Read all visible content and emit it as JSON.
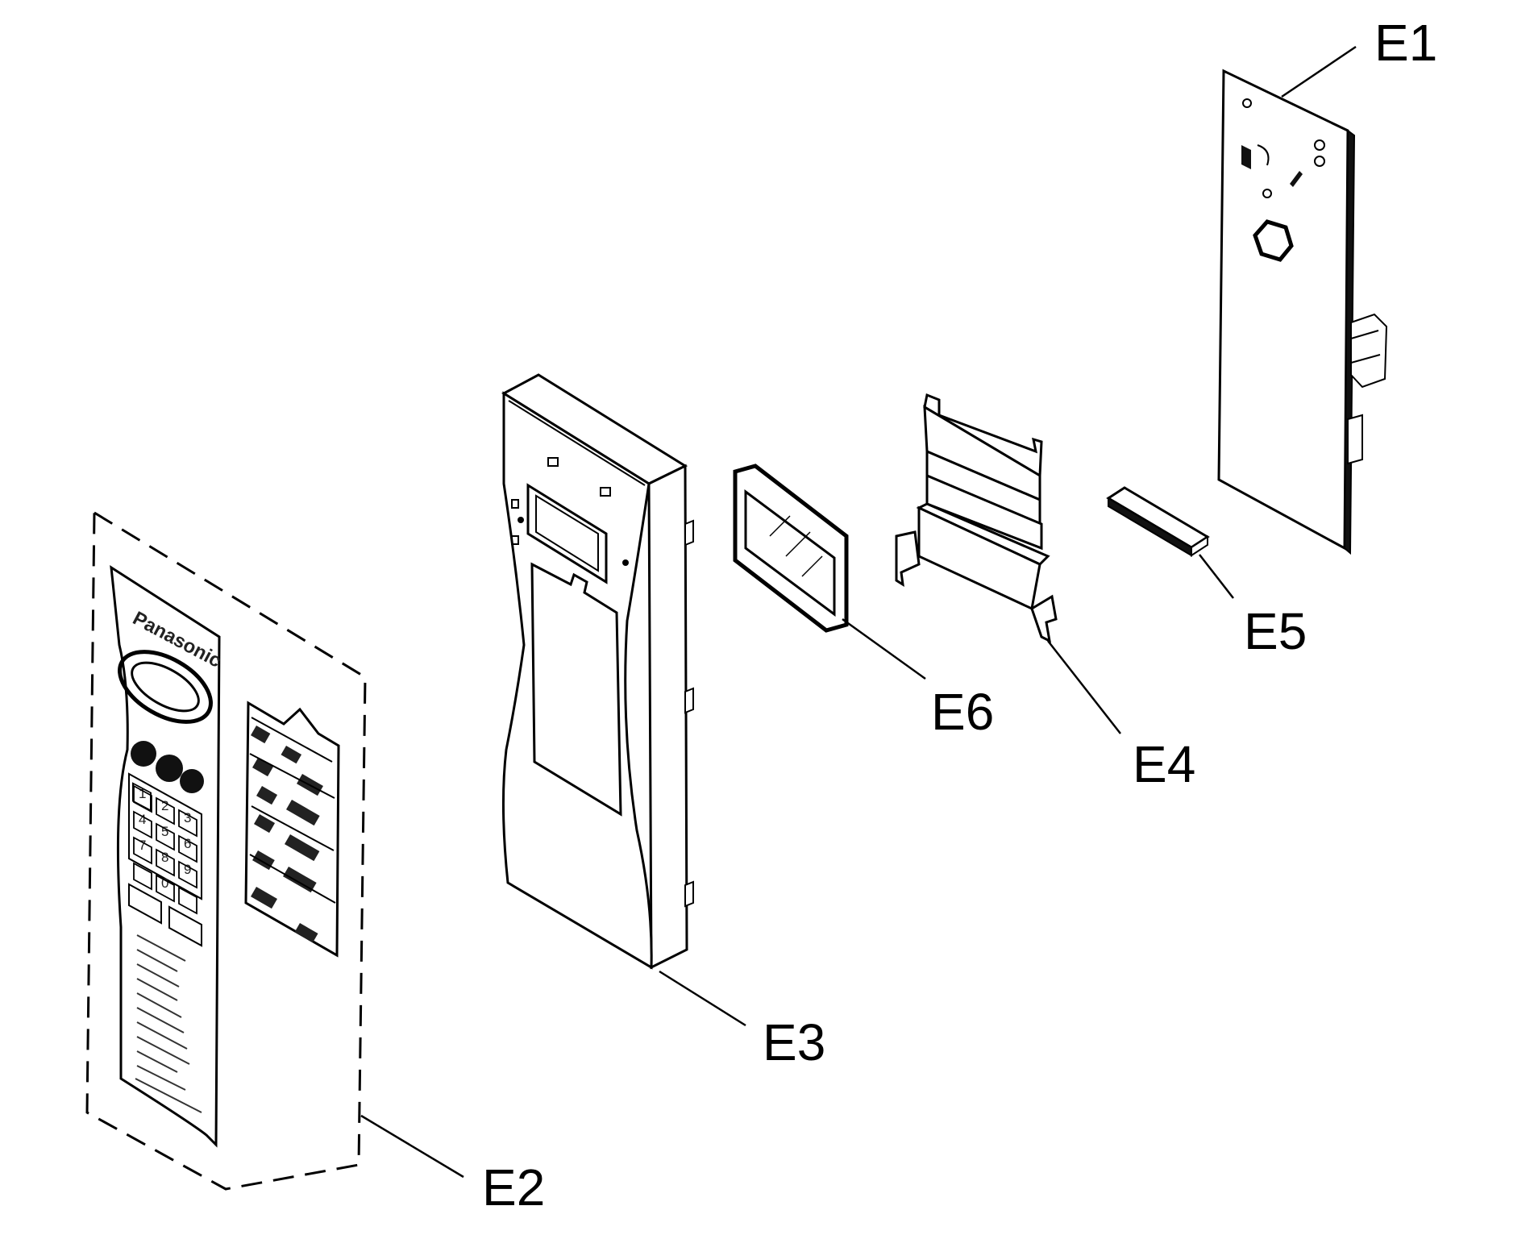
{
  "diagram": {
    "parts": [
      {
        "id": "e1",
        "label": "E1"
      },
      {
        "id": "e2",
        "label": "E2"
      },
      {
        "id": "e3",
        "label": "E3"
      },
      {
        "id": "e4",
        "label": "E4"
      },
      {
        "id": "e5",
        "label": "E5"
      },
      {
        "id": "e6",
        "label": "E6"
      }
    ],
    "control_panel_sheet": {
      "brand": "Panasonic",
      "keypad_digits": [
        "1",
        "2",
        "3",
        "4",
        "5",
        "6",
        "7",
        "8",
        "9",
        "0"
      ]
    },
    "line_color": "#000000",
    "background_color": "#ffffff"
  }
}
